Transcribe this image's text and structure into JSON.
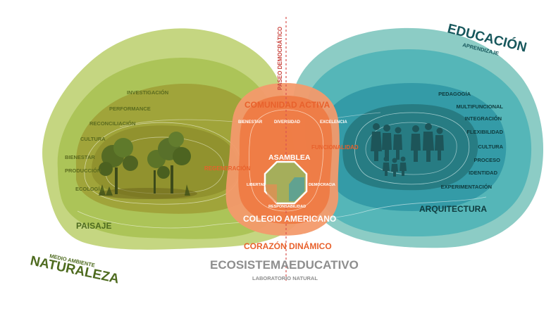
{
  "naturaleza": {
    "title": "NATURALEZA",
    "subtitle": "MEDIO AMBIENTE",
    "paisaje": "PAISAJE",
    "items": [
      "INVESTIGACIÓN",
      "PERFORMANCE",
      "RECONCILIACIÓN",
      "CULTURA",
      "BIENESTAR",
      "PRODUCCIÓN",
      "ECOLOGÍA"
    ]
  },
  "educacion": {
    "title": "EDUCACIÓN",
    "subtitle": "APRENDIZAJE",
    "arquitectura": "ARQUITECTURA",
    "items": [
      "PEDAGOGÍA",
      "MULTIFUNCIONAL",
      "INTEGRACIÓN",
      "FLEXIBILIDAD",
      "CULTURA",
      "PROCESO",
      "IDENTIDAD",
      "EXPERIMENTACIÓN"
    ]
  },
  "center": {
    "paseo": "PASEO DEMOCRÁTICO",
    "comunidad": "COMUNIDAD ACTIVA",
    "bienestar": "BIENESTAR",
    "diversidad": "DIVERSIDAD",
    "excelencia": "EXCELENCIA",
    "funcionalidad": "FUNCIONALIDAD",
    "regeneracion": "REGENERACIÓN",
    "asamblea": "ASAMBLEA",
    "libertad": "LIBERTAD",
    "democracia": "DEMOCRACIA",
    "responsabilidad": "RESPONSABILIDAD",
    "colegio": "COLEGIO AMERICANO",
    "corazon": "CORAZÓN DINÁMICO"
  },
  "footer": {
    "ecosistema_a": "ECOSISTEMA",
    "ecosistema_b": "EDUCATIVO",
    "laboratorio": "LABORATORIO NATURAL"
  },
  "colors": {
    "green_light": "#b9cf6a",
    "green_mid": "#9bb743",
    "green_dark": "#4e6b1f",
    "olive": "#8d8a2c",
    "orange": "#ef7d4e",
    "orange_text": "#e8612c",
    "teal": "#2fa3b0",
    "teal_dark": "#1f6f74",
    "teal_text": "#17575c",
    "grey": "#8e8e8e"
  }
}
